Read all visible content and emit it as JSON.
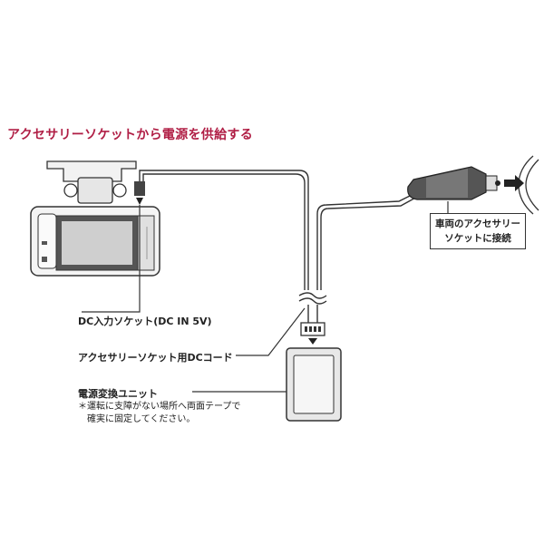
{
  "title": "アクセサリーソケットから電源を供給する",
  "labels": {
    "dc_input": "DC入力ソケット(DC IN 5V)",
    "dc_cord": "アクセサリーソケット用DCコード",
    "power_unit": "電源変換ユニット",
    "note": "＊運転に支障がない場所へ両面テープで\n　確実に固定してください。",
    "socket_line1": "車両のアクセサリー",
    "socket_line2": "ソケットに接続"
  },
  "colors": {
    "title": "#b01e45",
    "line": "#333333",
    "unit_fill": "#e8e8e8",
    "dark": "#444444"
  }
}
